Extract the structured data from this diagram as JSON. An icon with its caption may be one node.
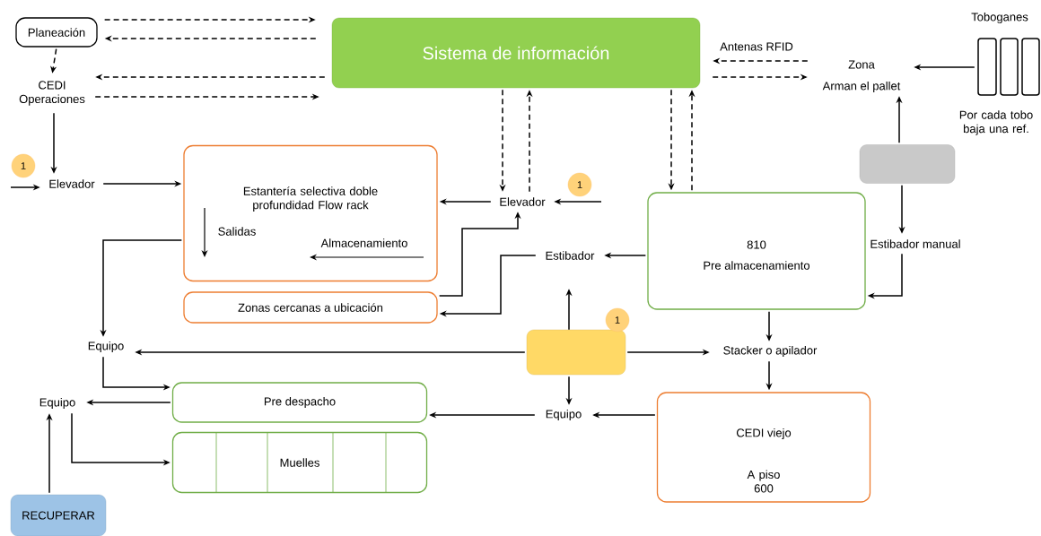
{
  "diagram": {
    "nodes": [
      {
        "text": [
          "Planeación"
        ]
      },
      {
        "text": [
          "Sistema de información"
        ]
      },
      {
        "text": [
          "CEDI Operaciones"
        ]
      },
      {
        "text": [
          "Elevador"
        ]
      },
      {
        "text": [
          "Estantería selectiva doble profundidad Flow rack",
          "Salidas",
          "Almacenamiento"
        ]
      },
      {
        "text": [
          "Zonas cercanas a ubicación"
        ]
      },
      {
        "text": [
          "Elevador"
        ]
      },
      {
        "text": [
          "Zona",
          "Arman el pallet"
        ]
      },
      {
        "text": [
          "Toboganes"
        ],
        "beside": [
          "Por cada tobo baja una ref."
        ]
      },
      {
        "text": [],
        "shape": "box"
      },
      {
        "text": [
          "810",
          "Pre almacenamiento"
        ]
      },
      {
        "text": [
          "Estibador manual"
        ]
      },
      {
        "text": [
          "Estibador"
        ]
      },
      {
        "text": [
          "Equipo"
        ]
      },
      {
        "text": [],
        "shape": "box"
      },
      {
        "text": [
          "Stacker o apilador"
        ]
      },
      {
        "text": [
          "Equipo"
        ]
      },
      {
        "text": [
          "Pre despacho"
        ]
      },
      {
        "text": [
          "Equipo"
        ]
      },
      {
        "text": [
          "CEDI viejo",
          "A piso 600"
        ]
      },
      {
        "text": [
          "Muelles"
        ]
      },
      {
        "text": [
          "RECUPERAR"
        ]
      },
      {
        "text": [
          "1"
        ]
      },
      {
        "text": [
          "1"
        ]
      },
      {
        "text": [
          "1"
        ]
      }
    ],
    "edges": [
      {
        "from": 0,
        "to": 1,
        "arrow": "to",
        "style": "dashed"
      },
      {
        "from": 1,
        "to": 0,
        "arrow": "to",
        "style": "dashed"
      },
      {
        "from": 0,
        "to": 2,
        "arrow": "to",
        "style": "dashed"
      },
      {
        "from": 1,
        "to": 2,
        "arrow": "to",
        "style": "dashed"
      },
      {
        "from": 2,
        "to": 1,
        "arrow": "to",
        "style": "dashed"
      },
      {
        "from": 2,
        "to": 3,
        "arrow": "to"
      },
      {
        "from": null,
        "to": 3,
        "arrow": "to"
      },
      {
        "from": 3,
        "to": 4,
        "arrow": "to"
      },
      {
        "from": 1,
        "to": 6,
        "arrow": "to",
        "style": "dashed"
      },
      {
        "from": 6,
        "to": 1,
        "arrow": "to",
        "style": "dashed"
      },
      {
        "from": 6,
        "to": 4,
        "arrow": "to"
      },
      {
        "from": null,
        "to": 6,
        "arrow": "to"
      },
      {
        "from": 5,
        "to": 6,
        "arrow": "to"
      },
      {
        "from": 12,
        "to": 5,
        "arrow": "to"
      },
      {
        "from": 10,
        "to": 12,
        "arrow": "to"
      },
      {
        "from": 1,
        "to": 10,
        "arrow": "to",
        "style": "dashed"
      },
      {
        "from": 10,
        "to": 1,
        "arrow": "to",
        "style": "dashed"
      },
      {
        "from": 7,
        "to": 1,
        "arrow": "to",
        "style": "dashed",
        "label": "Antenas RFID"
      },
      {
        "from": 1,
        "to": 7,
        "arrow": "to",
        "style": "dashed"
      },
      {
        "from": 8,
        "to": 7,
        "arrow": "to"
      },
      {
        "from": 9,
        "to": 7,
        "arrow": "to"
      },
      {
        "from": 9,
        "to": 11,
        "arrow": "to"
      },
      {
        "from": 11,
        "to": 10,
        "arrow": "to"
      },
      {
        "from": 14,
        "to": 12,
        "arrow": "to"
      },
      {
        "from": 14,
        "to": 13,
        "arrow": "to"
      },
      {
        "from": 14,
        "to": 15,
        "arrow": "to"
      },
      {
        "from": 14,
        "to": 18,
        "arrow": "to"
      },
      {
        "from": 10,
        "to": 15,
        "arrow": "to"
      },
      {
        "from": 15,
        "to": 19,
        "arrow": "to"
      },
      {
        "from": 19,
        "to": 18,
        "arrow": "to"
      },
      {
        "from": 18,
        "to": 17,
        "arrow": "to"
      },
      {
        "from": 4,
        "to": 13,
        "arrow": "to"
      },
      {
        "from": 13,
        "to": 17,
        "arrow": "to"
      },
      {
        "from": 17,
        "to": 16,
        "arrow": "to"
      },
      {
        "from": 16,
        "to": 20,
        "arrow": "to"
      },
      {
        "from": 21,
        "to": 16,
        "arrow": "to"
      }
    ]
  }
}
